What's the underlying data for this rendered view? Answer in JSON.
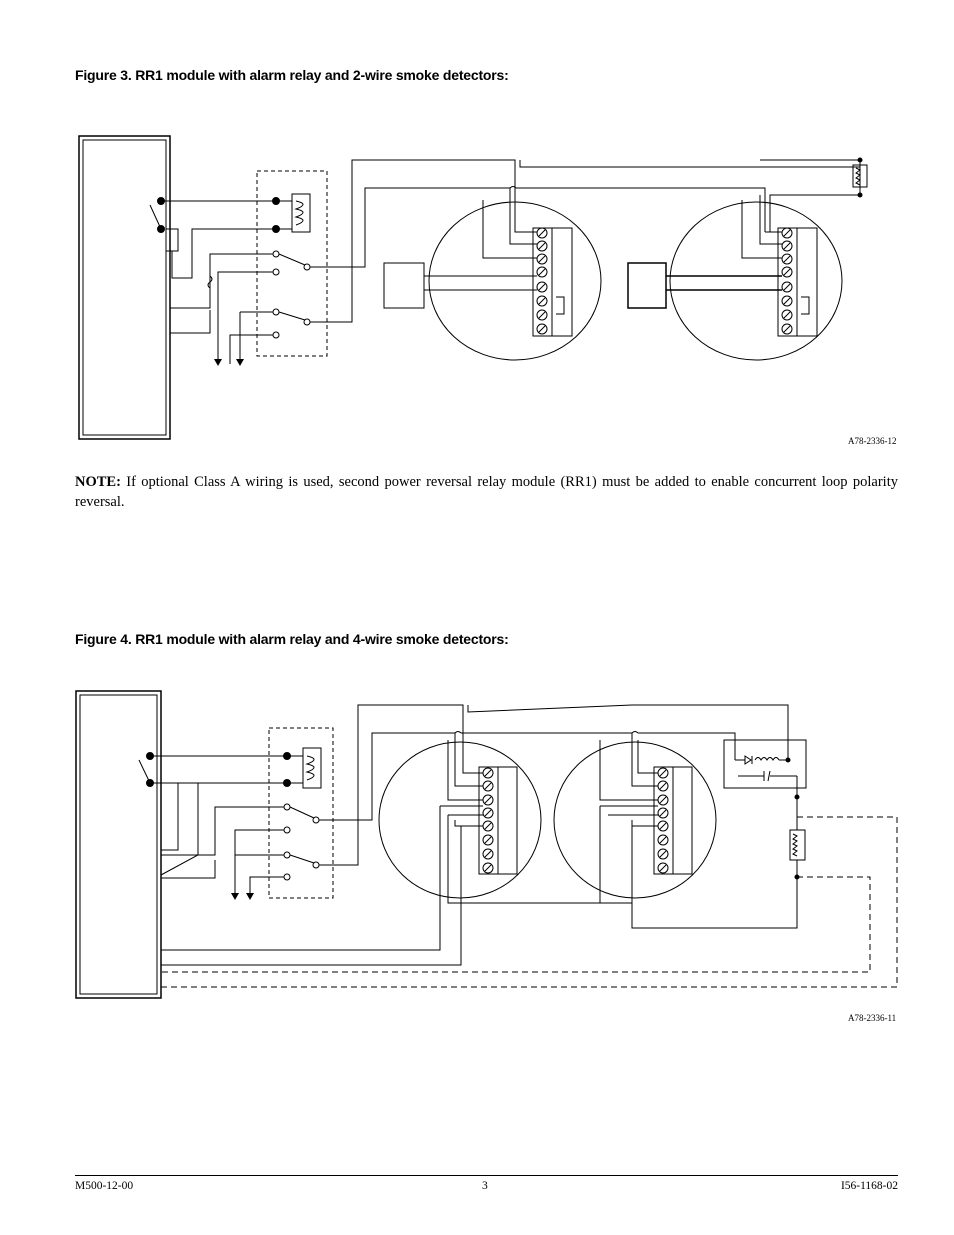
{
  "figure3": {
    "title": "Figure 3. RR1 module with alarm relay and 2-wire smoke detectors:",
    "id": "A78-2336-12"
  },
  "note": {
    "label": "NOTE:",
    "text": " If optional Class A wiring is used, second power reversal relay module (RR1) must be added to enable concurrent loop polarity reversal."
  },
  "figure4": {
    "title": "Figure 4. RR1 module with alarm relay and 4-wire smoke detectors:",
    "id": "A78-2336-11"
  },
  "footer": {
    "left": "M500-12-00",
    "center": "3",
    "right": "I56-1168-02"
  }
}
